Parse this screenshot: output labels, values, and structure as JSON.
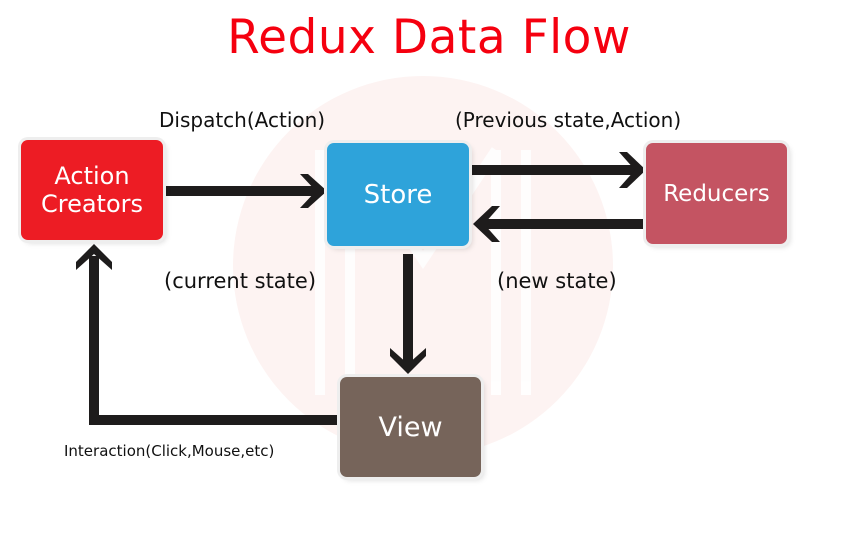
{
  "title": "Redux Data Flow",
  "colors": {
    "title": "#f5000f",
    "action_creators": "#ed1c24",
    "store": "#2ea3da",
    "reducers": "#c45462",
    "view": "#76645a",
    "arrow": "#1e1c1c",
    "watermark": "#fdf3f2"
  },
  "nodes": {
    "action_creators": {
      "line1": "Action",
      "line2": "Creators"
    },
    "store": {
      "label": "Store"
    },
    "reducers": {
      "label": "Reducers"
    },
    "view": {
      "label": "View"
    }
  },
  "edges": {
    "dispatch": "Dispatch(Action)",
    "previous_state": "(Previous state,Action)",
    "current_state": "(current state)",
    "new_state": "(new state)",
    "interaction": "Interaction(Click,Mouse,etc)"
  }
}
